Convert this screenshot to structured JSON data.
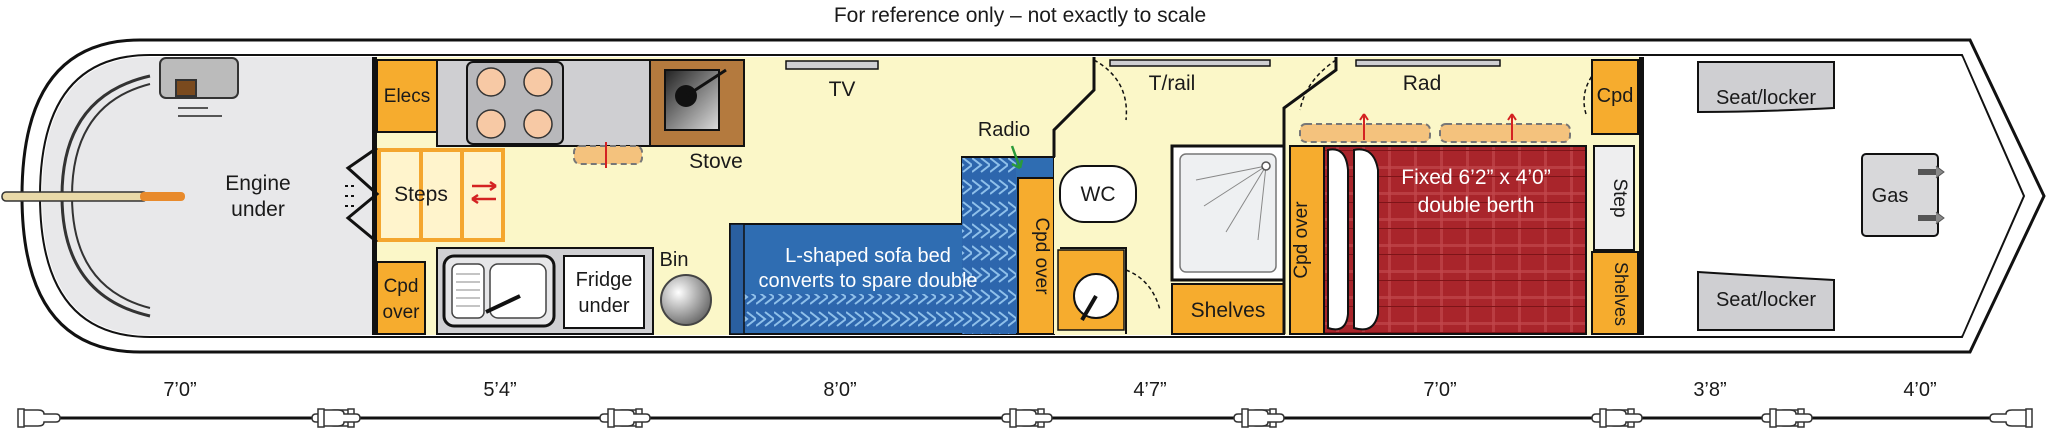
{
  "note": "For reference only – not exactly to scale",
  "rooms": {
    "engine": "Engine under",
    "elecs": "Elecs",
    "steps": "Steps",
    "cpd_over_stern": "Cpd over",
    "fridge": "Fridge under",
    "bin": "Bin",
    "stove": "Stove",
    "tv": "TV",
    "radio": "Radio",
    "sofa": "L-shaped sofa bed converts to spare double",
    "cpd_over_mid": "Cpd over",
    "towel_rail": "T/rail",
    "wc": "WC",
    "shelves_bathroom": "Shelves",
    "cpd_over_bed": "Cpd over",
    "radiator": "Rad",
    "bed": "Fixed 6’2” x 4’0” double berth",
    "cupboard_bow": "Cpd",
    "step_bow": "Step",
    "shelves_bow": "Shelves",
    "seat_locker_top": "Seat/locker",
    "seat_locker_bottom": "Seat/locker",
    "gas": "Gas"
  },
  "dimensions": [
    "7’0”",
    "5’4”",
    "8’0”",
    "4’7”",
    "7’0”",
    "3’8”",
    "4’0”"
  ],
  "colors": {
    "cabin_floor": "#fbf7c8",
    "cupboard": "#f6ac2e",
    "sofa": "#2f6db2",
    "bed": "#a9252b",
    "outline": "#111111",
    "deck": "#e8e8ea"
  },
  "icons": {
    "divider": "pointing-hand-icon",
    "stern_rudder": "tiller-icon"
  }
}
